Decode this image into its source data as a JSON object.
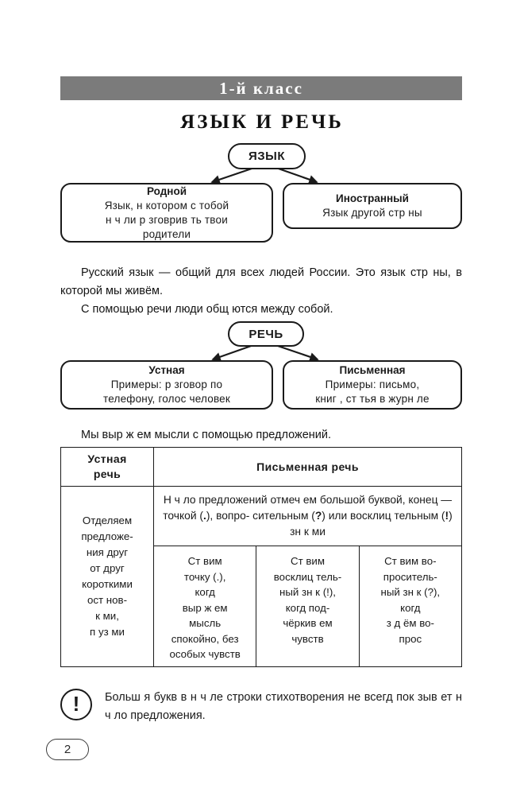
{
  "header": {
    "grade_banner": "1-й  класс"
  },
  "title": "ЯЗЫК И РЕЧЬ",
  "language_diagram": {
    "root_label": "ЯЗЫК",
    "branches": [
      {
        "title": "Родной",
        "body": "Язык, н   котором с тобой\nн ч ли р зговрив ть твои\nродители"
      },
      {
        "title": "Иностранный",
        "body": "Язык другой стр ны"
      }
    ]
  },
  "paragraphs": {
    "p1": "Русский язык — общий для всех людей России. Это язык стр ны, в которой мы живём.",
    "p2": "С помощью речи люди общ ются между собой.",
    "p3": "Мы выр ж ем мысли с помощью предложений."
  },
  "speech_diagram": {
    "root_label": "РЕЧЬ",
    "branches": [
      {
        "title": "Устная",
        "body": "Примеры: р зговор по\nтелефону, голос человек"
      },
      {
        "title": "Письменная",
        "body": "Примеры: письмо,\nкниг , ст тья в журн ле"
      }
    ]
  },
  "table": {
    "headers": {
      "oral": "Устная\nречь",
      "written": "Письменная  речь"
    },
    "oral_cell": "Отделяем\nпредложе-\nния друг\nот друг\nкороткими\nост  нов-\nк ми,\nп уз ми",
    "written_main_parts": {
      "a": "Н ч ло предложений отмеч ем большой буквой,    конец — точкой (",
      "b": ".",
      "c": "), вопро- сительным (",
      "d": "?",
      "e": ") или восклиц тельным (",
      "f": "!",
      "g": ") зн к ми"
    },
    "sub_cells": [
      "Ст вим\nточку (.),\nкогд\nвыр ж ем\nмысль\nспокойно, без\nособых чувств",
      "Ст вим\nвосклиц тель-\nный зн к (!),\nкогд    под-\nчёркив ем\nчувств",
      "Ст вим во-\nпроситель-\nный зн к (?),\nкогд\nз д ём во-\nпрос"
    ]
  },
  "note": {
    "icon_glyph": "!",
    "text": "Больш я букв   в н ч ле строки стихотворения не всегд   пок зыв ет н ч ло предложения."
  },
  "page_number": "2"
}
